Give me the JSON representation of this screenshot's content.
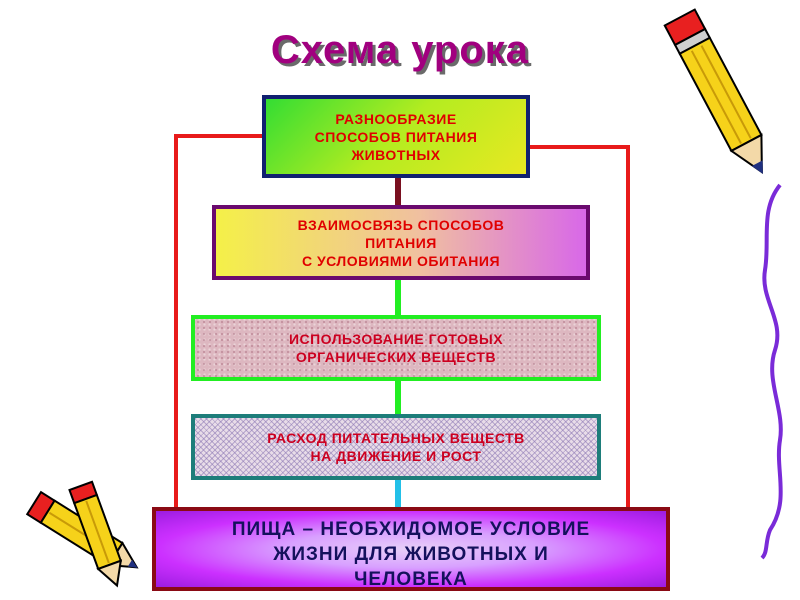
{
  "title": "Схема урока",
  "boxes": {
    "box1": "РАЗНООБРАЗИЕ\nСПОСОБОВ ПИТАНИЯ\nЖИВОТНЫХ",
    "box2": "ВЗАИМОСВЯЗЬ СПОСОБОВ\nПИТАНИЯ\nС УСЛОВИЯМИ ОБИТАНИЯ",
    "box3": "ИСПОЛЬЗОВАНИЕ ГОТОВЫХ\nОРГАНИЧЕСКИХ ВЕЩЕСТВ",
    "box4": "РАСХОД ПИТАТЕЛЬНЫХ ВЕЩЕСТВ\nНА ДВИЖЕНИЕ И РОСТ",
    "box5": "ПИЩА – НЕОБХИДОМОЕ УСЛОВИЕ\nЖИЗНИ ДЛЯ ЖИВОТНЫХ И\nЧЕЛОВЕКА"
  },
  "colors": {
    "title": "#a1007f",
    "side_connector": "#e81a1a",
    "connector_1_2": "#7a1020",
    "connector_2_3": "#22ee22",
    "connector_3_4": "#22ee22",
    "connector_4_5": "#22c0e8"
  },
  "decorations": [
    "pencil-icon",
    "pencil-icon",
    "pencil-icon",
    "squiggle-line"
  ]
}
